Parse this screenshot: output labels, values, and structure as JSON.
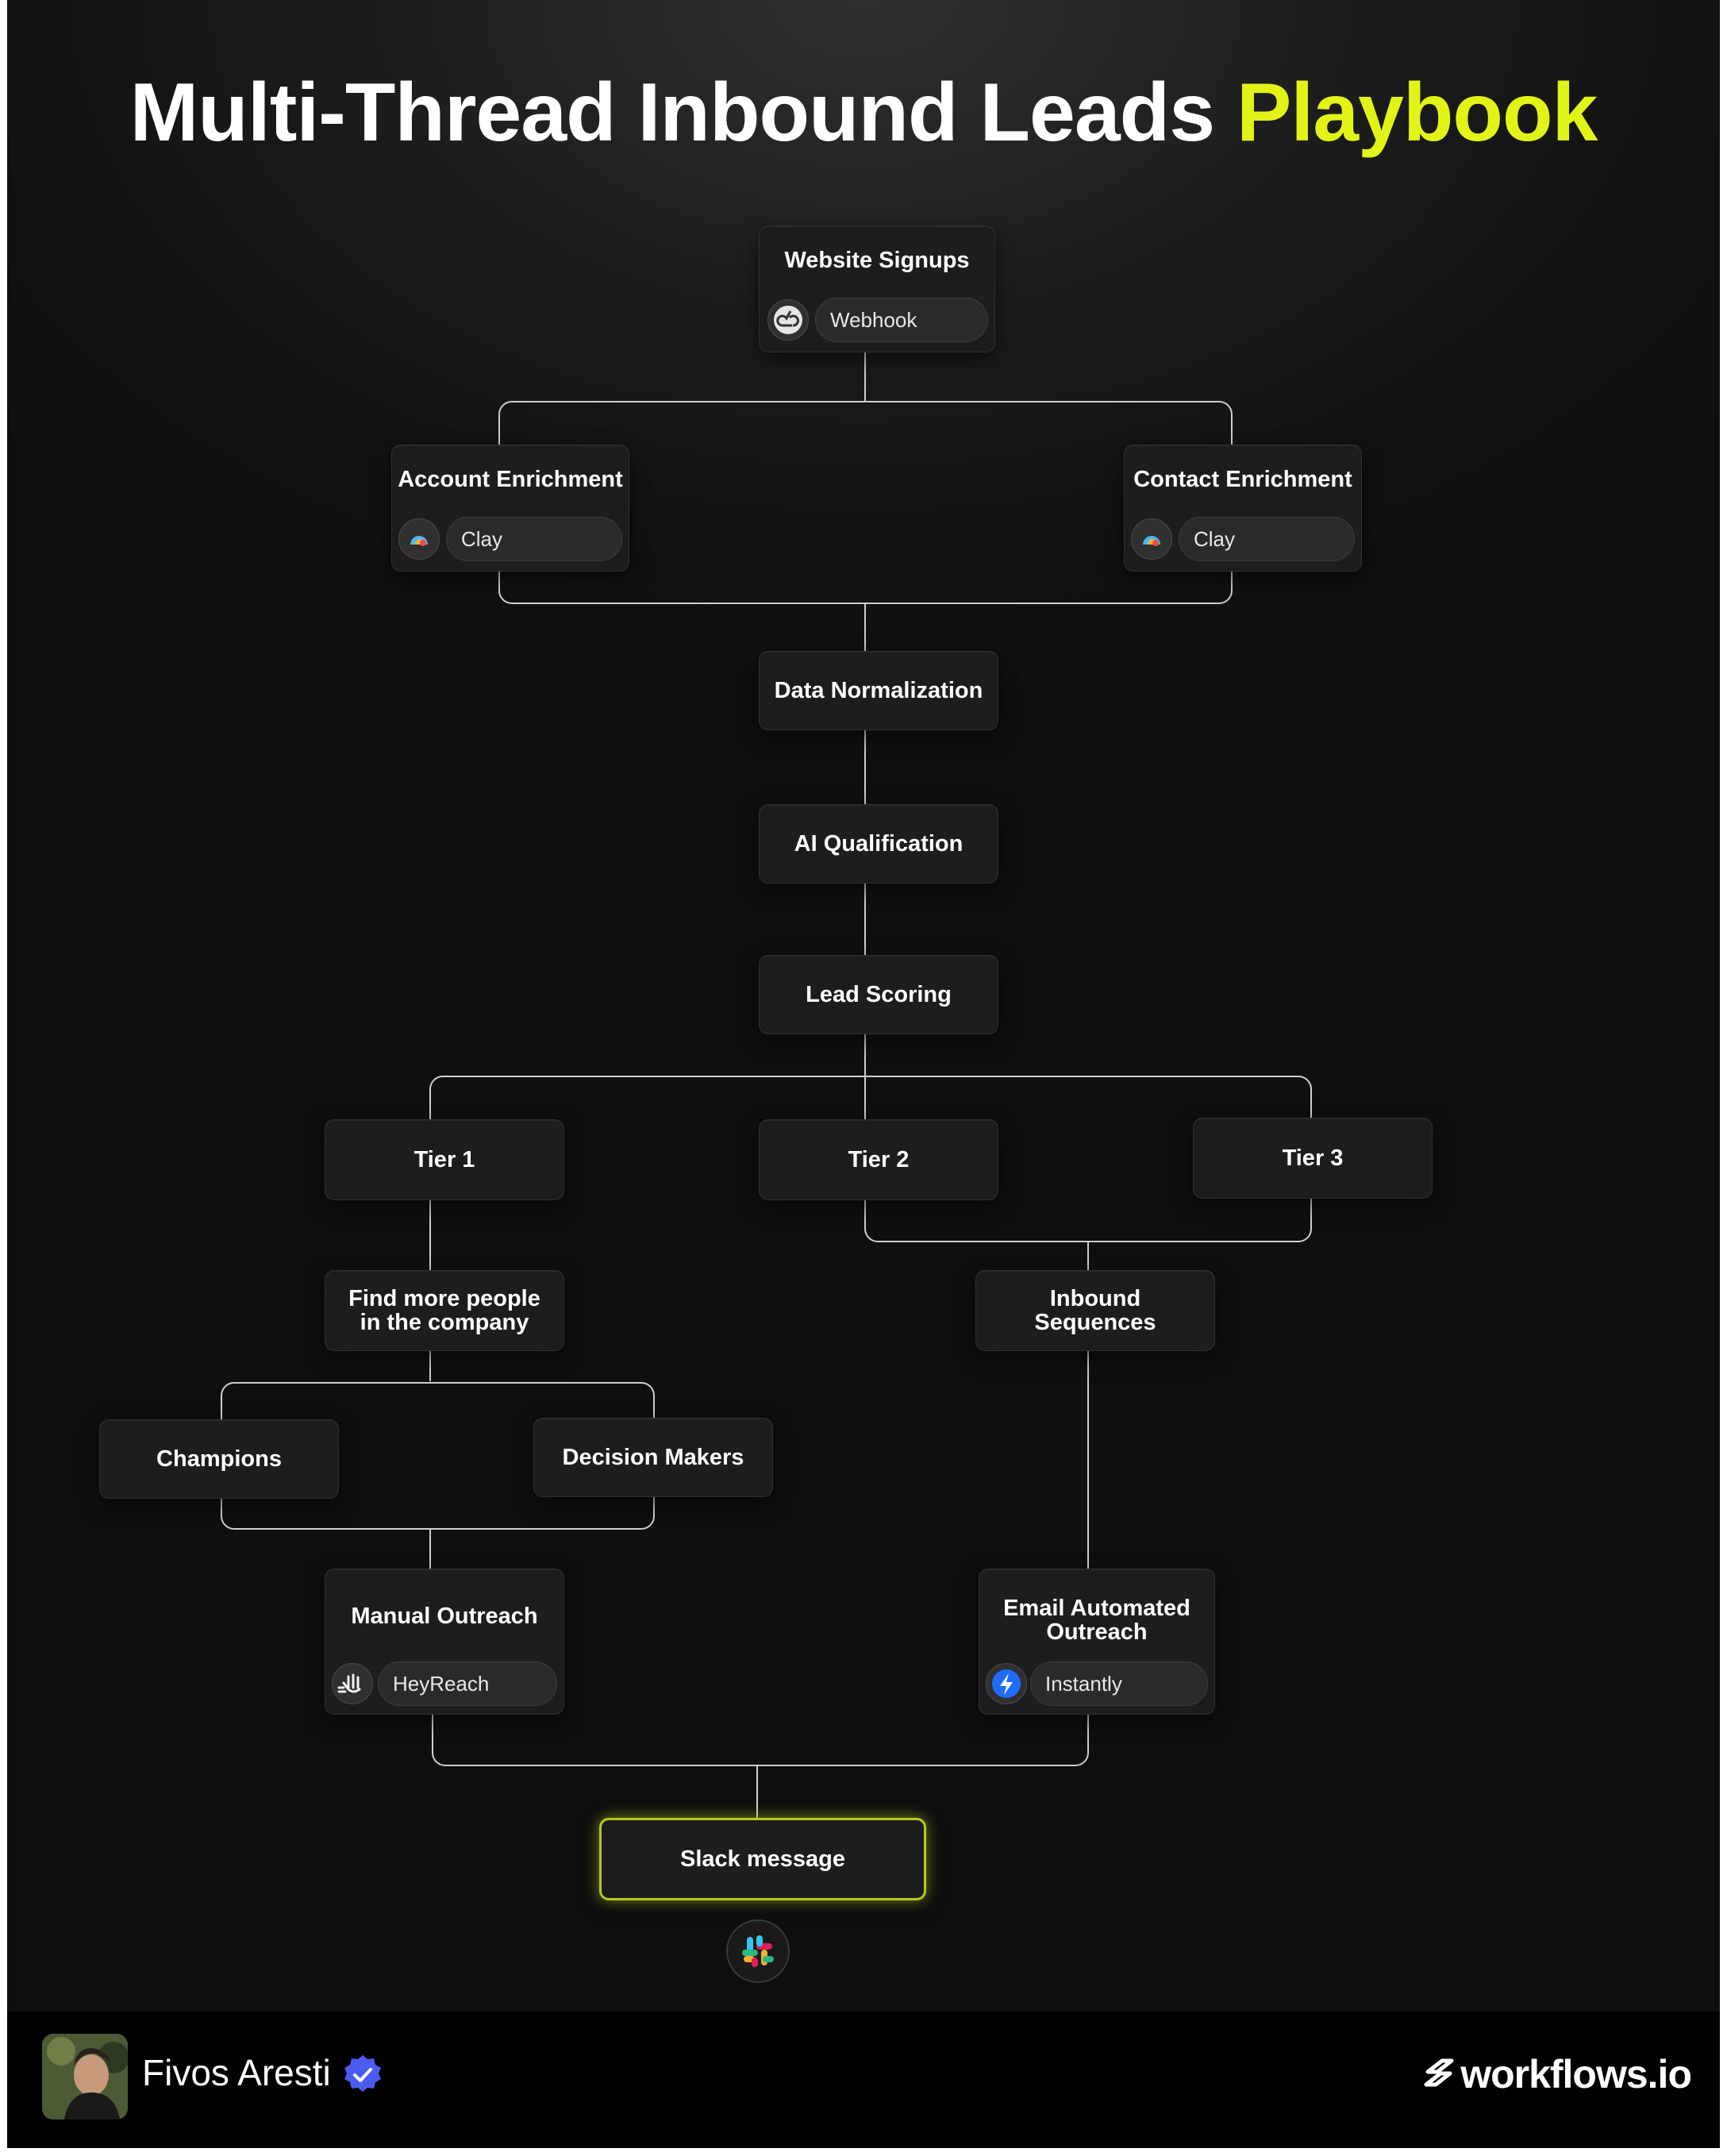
{
  "title": {
    "main": "Multi-Thread Inbound Leads",
    "highlight": "Playbook"
  },
  "colors": {
    "accent": "#e2f417",
    "background": "#121212",
    "node": "#1d1d1d",
    "connector": "#cfcfcf",
    "verified": "#4b5cf0",
    "instantly": "#1f6bff"
  },
  "nodes": {
    "website_signups": {
      "label": "Website Signups",
      "tool": "Webhook",
      "icon": "webhook-icon"
    },
    "account_enrichment": {
      "label": "Account Enrichment",
      "tool": "Clay",
      "icon": "clay-icon"
    },
    "contact_enrichment": {
      "label": "Contact Enrichment",
      "tool": "Clay",
      "icon": "clay-icon"
    },
    "data_normalization": {
      "label": "Data Normalization"
    },
    "ai_qualification": {
      "label": "AI Qualification"
    },
    "lead_scoring": {
      "label": "Lead Scoring"
    },
    "tier1": {
      "label": "Tier 1"
    },
    "tier2": {
      "label": "Tier 2"
    },
    "tier3": {
      "label": "Tier 3"
    },
    "find_more_people": {
      "label": "Find more people\nin the company"
    },
    "inbound_sequences": {
      "label": "Inbound\nSequences"
    },
    "champions": {
      "label": "Champions"
    },
    "decision_makers": {
      "label": "Decision Makers"
    },
    "manual_outreach": {
      "label": "Manual Outreach",
      "tool": "HeyReach",
      "icon": "heyreach-icon"
    },
    "email_outreach": {
      "label": "Email Automated\nOutreach",
      "tool": "Instantly",
      "icon": "instantly-icon"
    },
    "slack_message": {
      "label": "Slack message",
      "icon": "slack-icon"
    }
  },
  "footer": {
    "author": "Fivos Aresti",
    "verified_icon": "verified-badge-icon",
    "brand": "workflows.io",
    "brand_icon": "workflows-logo-icon"
  }
}
